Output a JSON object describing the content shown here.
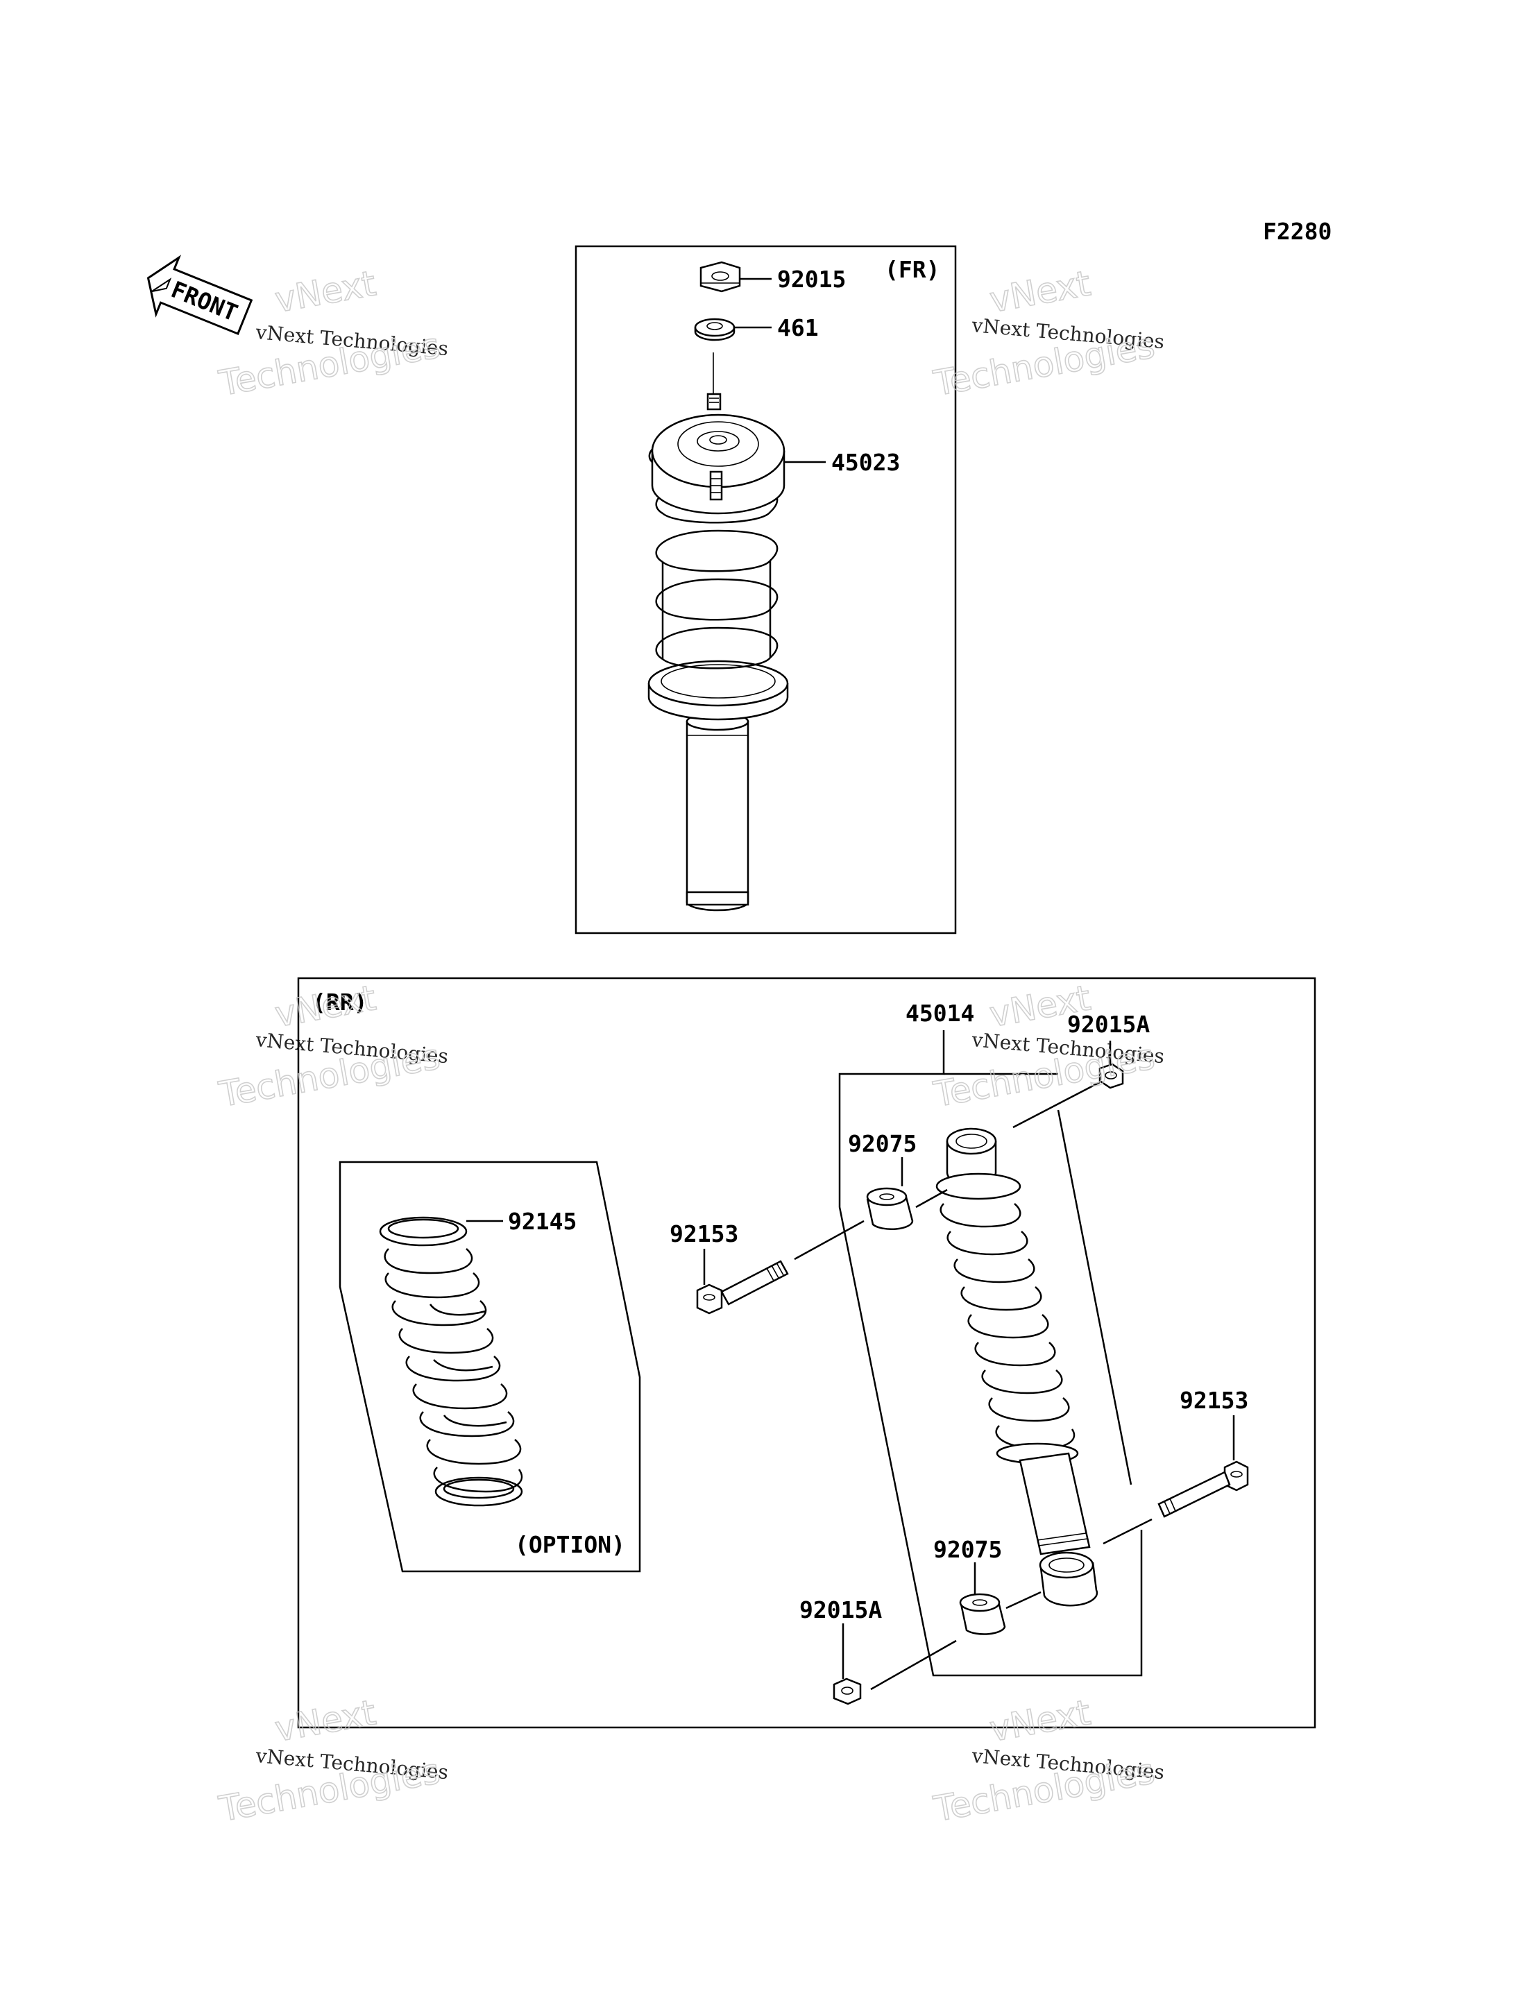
{
  "diagram_code": "F2280",
  "front_indicator": {
    "text": "FRONT",
    "icon": "front-arrow-icon"
  },
  "watermark": {
    "line1": "vNext",
    "line2": "vNext Technologies",
    "line3": "Technologies"
  },
  "front_section": {
    "tag": "(FR)",
    "parts": [
      {
        "ref": "92015",
        "part": "nut"
      },
      {
        "ref": "461",
        "part": "washer"
      },
      {
        "ref": "45023",
        "part": "front shock absorber"
      }
    ]
  },
  "rear_section": {
    "tag": "(RR)",
    "option_box": {
      "ref": "92145",
      "tag": "(OPTION)"
    },
    "parts": [
      {
        "ref": "45014",
        "part": "rear shock absorber"
      },
      {
        "ref": "92015A",
        "part": "nut top"
      },
      {
        "ref": "92075",
        "part": "bushing top"
      },
      {
        "ref": "92153",
        "part": "bolt left"
      },
      {
        "ref": "92153",
        "part": "bolt right"
      },
      {
        "ref": "92075",
        "part": "bushing bottom"
      },
      {
        "ref": "92015A",
        "part": "nut bottom"
      }
    ]
  }
}
